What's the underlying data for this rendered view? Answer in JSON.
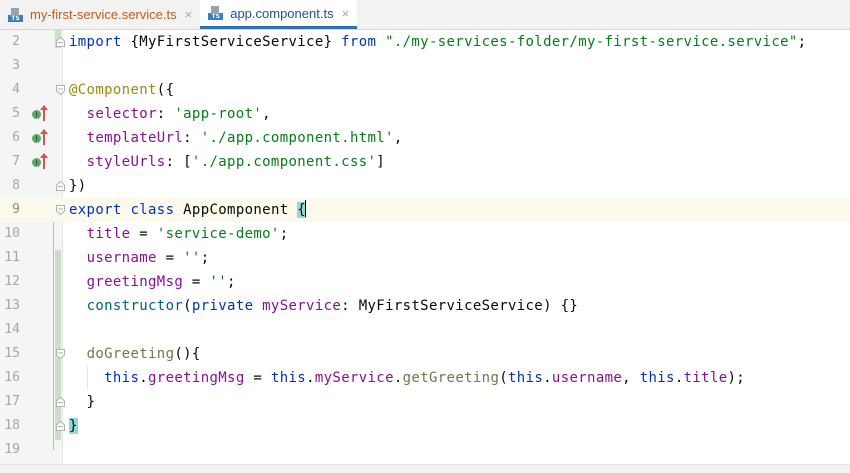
{
  "tabs": [
    {
      "label": "my-first-service.service.ts",
      "icon": "typescript-file-icon",
      "active": false,
      "close": "×"
    },
    {
      "label": "app.component.ts",
      "icon": "typescript-file-icon",
      "active": true,
      "close": "×"
    }
  ],
  "icon_text": "TS",
  "editor": {
    "current_line": 9,
    "lines": [
      {
        "n": "2"
      },
      {
        "n": "3"
      },
      {
        "n": "4"
      },
      {
        "n": "5"
      },
      {
        "n": "6"
      },
      {
        "n": "7"
      },
      {
        "n": "8"
      },
      {
        "n": "9"
      },
      {
        "n": "10"
      },
      {
        "n": "11"
      },
      {
        "n": "12"
      },
      {
        "n": "13"
      },
      {
        "n": "14"
      },
      {
        "n": "15"
      },
      {
        "n": "16"
      },
      {
        "n": "17"
      },
      {
        "n": "18"
      },
      {
        "n": "19"
      }
    ],
    "code": {
      "l2": {
        "import": "import",
        "names": " {MyFirstServiceService} ",
        "from": "from",
        "sp": " ",
        "path": "\"./my-services-folder/my-first-service.service\"",
        "end": ";"
      },
      "l4": {
        "decorator": "@Component",
        "rest": "({"
      },
      "l5": {
        "indent": "  ",
        "key": "selector",
        "colon": ": ",
        "val": "'app-root'",
        "end": ","
      },
      "l6": {
        "indent": "  ",
        "key": "templateUrl",
        "colon": ": ",
        "val": "'./app.component.html'",
        "end": ","
      },
      "l7": {
        "indent": "  ",
        "key": "styleUrls",
        "colon": ": [",
        "val": "'./app.component.css'",
        "end": "]"
      },
      "l8": {
        "text": "})"
      },
      "l9": {
        "export": "export",
        "sp1": " ",
        "class": "class",
        "name": " AppComponent ",
        "brace": "{"
      },
      "l10": {
        "indent": "  ",
        "prop": "title",
        "eq": " = ",
        "val": "'service-demo'",
        "end": ";"
      },
      "l11": {
        "indent": "  ",
        "prop": "username",
        "eq": " = ",
        "val": "''",
        "end": ";"
      },
      "l12": {
        "indent": "  ",
        "prop": "greetingMsg",
        "eq": " = ",
        "val": "''",
        "end": ";"
      },
      "l13": {
        "indent": "  ",
        "ctor": "constructor",
        "open": "(",
        "priv": "private",
        "sp": " ",
        "param": "myService",
        "type": ": MyFirstServiceService) {}"
      },
      "l15": {
        "indent": "  ",
        "fn": "doGreeting",
        "rest": "(){"
      },
      "l16": {
        "indent": "    ",
        "this1": "this",
        "dot1": ".",
        "prop1": "greetingMsg",
        "eq": " = ",
        "this2": "this",
        "dot2": ".",
        "prop2": "myService",
        "dot3": ".",
        "call": "getGreeting",
        "open": "(",
        "this3": "this",
        "dot4": ".",
        "prop3": "username",
        "comma": ", ",
        "this4": "this",
        "dot5": ".",
        "prop4": "title",
        "end": ");"
      },
      "l17": {
        "indent": "  ",
        "text": "}"
      },
      "l18": {
        "brace": "}"
      }
    }
  },
  "colors": {
    "keyword": "#0033b3",
    "string": "#067d17",
    "decorator": "#9e880d",
    "property": "#871094",
    "tab_underline": "#2f6fb3",
    "brace_match": "#93d9d9",
    "change_marker": "#c9dfc6"
  }
}
